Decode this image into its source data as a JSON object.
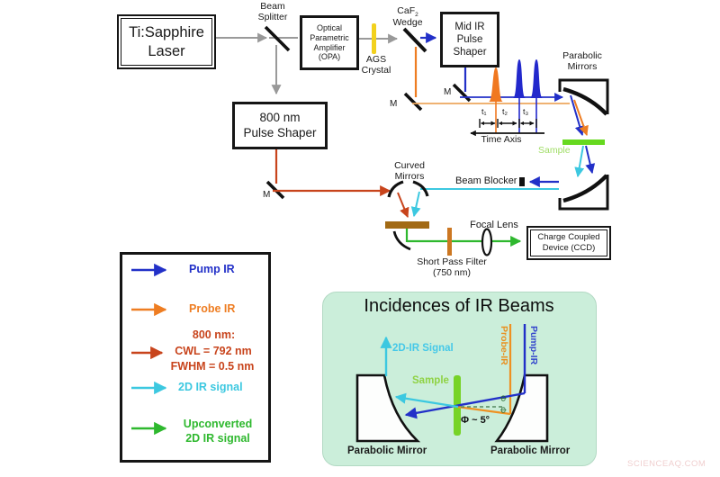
{
  "diagram": {
    "laser": {
      "line1": "Ti:Sapphire",
      "line2": "Laser"
    },
    "beam_splitter": {
      "line1": "Beam",
      "line2": "Splitter"
    },
    "opa": {
      "line1": "Optical",
      "line2": "Parametric",
      "line3": "Amplifier",
      "line4": "(OPA)"
    },
    "ags_crystal": {
      "line1": "AGS",
      "line2": "Crystal"
    },
    "caf2_wedge": {
      "main": "CaF",
      "sub": "2",
      "line2": "Wedge"
    },
    "mid_ir_shaper": {
      "line1": "Mid IR",
      "line2": "Pulse",
      "line3": "Shaper"
    },
    "shaper_800": {
      "line1": "800 nm",
      "line2": "Pulse Shaper"
    },
    "parabolic_mirrors": {
      "line1": "Parabolic",
      "line2": "Mirrors"
    },
    "mirror_label": "M",
    "time_axis": {
      "t1": "t₁",
      "t2": "t₂",
      "t3": "t₃",
      "label": "Time Axis"
    },
    "sample_label": "Sample",
    "beam_blocker": "Beam Blocker",
    "curved_mirrors": {
      "line1": "Curved",
      "line2": "Mirrors"
    },
    "focal_lens": "Focal Lens",
    "short_pass_filter": {
      "line1": "Short Pass Filter",
      "line2": "(750 nm)"
    },
    "ccd": {
      "line1": "Charge Coupled",
      "line2": "Device (CCD)"
    }
  },
  "legend": {
    "items": [
      {
        "label": "Pump IR",
        "color": "#2230c8"
      },
      {
        "label": "Probe IR",
        "color": "#ee7d22"
      },
      {
        "label": "800 nm:",
        "line2": "CWL = 792 nm",
        "line3": "FWHM = 0.5 nm",
        "color": "#c8441c"
      },
      {
        "label": "2D IR signal",
        "color": "#3cc8e0"
      },
      {
        "label": "Upconverted",
        "line2": "2D IR signal",
        "color": "#2eb82e"
      }
    ]
  },
  "inset": {
    "title": "Incidences of IR Beams",
    "signal_label": "2D-IR Signal",
    "probe_label": "Probe-IR",
    "pump_label": "Pump-IR",
    "sample_label": "Sample",
    "phi_symbol": "Φ",
    "angle_label": "Φ ~ 5°",
    "mirror_left": "Parabolic Mirror",
    "mirror_right": "Parabolic Mirror"
  },
  "watermark": "SCIENCEAQ.COM",
  "colors": {
    "pump": "#2230c8",
    "probe": "#ee7d22",
    "nm800": "#c8441c",
    "signal_2d": "#3cc8e0",
    "upconverted": "#2eb82e",
    "sample": "#66d91f",
    "ags": "#f2d11e",
    "inset_bg": "#cbeeda"
  }
}
